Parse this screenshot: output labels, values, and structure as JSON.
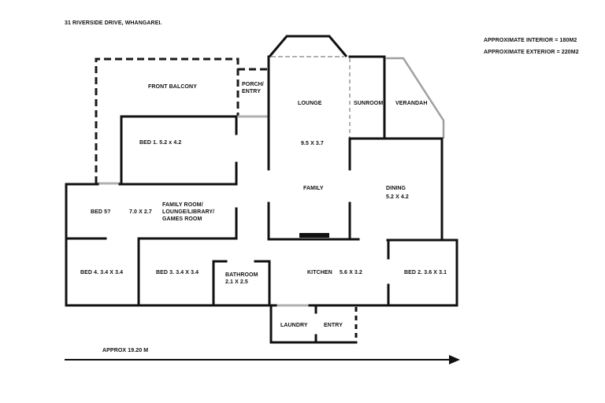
{
  "header": {
    "address": "31 RIVERSIDE DRIVE, WHANGAREI.",
    "interior_area": "APPROXIMATE INTERIOR = 180M2",
    "exterior_area": "APPROXIMATE EXTERIOR = 220M2"
  },
  "rooms": {
    "front_balcony": {
      "name": "FRONT BALCONY"
    },
    "porch_entry": {
      "name": "PORCH/\nENTRY"
    },
    "lounge": {
      "name": "LOUNGE",
      "size": "9.5 X 3.7"
    },
    "family": {
      "name": "FAMILY"
    },
    "sunroom": {
      "name": "SUNROOM"
    },
    "verandah": {
      "name": "VERANDAH"
    },
    "bed1": {
      "name": "BED 1. 5.2 x 4.2"
    },
    "dining": {
      "name": "DINING",
      "size": "5.2 X 4.2"
    },
    "bed5": {
      "name": "BED 5?"
    },
    "family_room": {
      "size": "7.0 X 2.7",
      "name": "FAMILY ROOM/\nLOUNGE/LIBRARY/\nGAMES ROOM"
    },
    "bed4": {
      "name": "BED 4. 3.4 X 3.4"
    },
    "bed3": {
      "name": "BED 3. 3.4 X 3.4"
    },
    "bathroom": {
      "name": "BATHROOM\n2.1 X 2.5"
    },
    "kitchen": {
      "name": "KITCHEN",
      "size": "5.6 X 3.2"
    },
    "bed2": {
      "name": "BED 2. 3.6 X 3.1"
    },
    "laundry": {
      "name": "LAUNDRY"
    },
    "entry": {
      "name": "ENTRY"
    }
  },
  "scale": {
    "label": "APPROX 19.20 M"
  },
  "colors": {
    "wall": "#111111",
    "dashed_outline": "#1a1a1a",
    "light_outline": "#a8a8a8",
    "background": "#ffffff"
  }
}
